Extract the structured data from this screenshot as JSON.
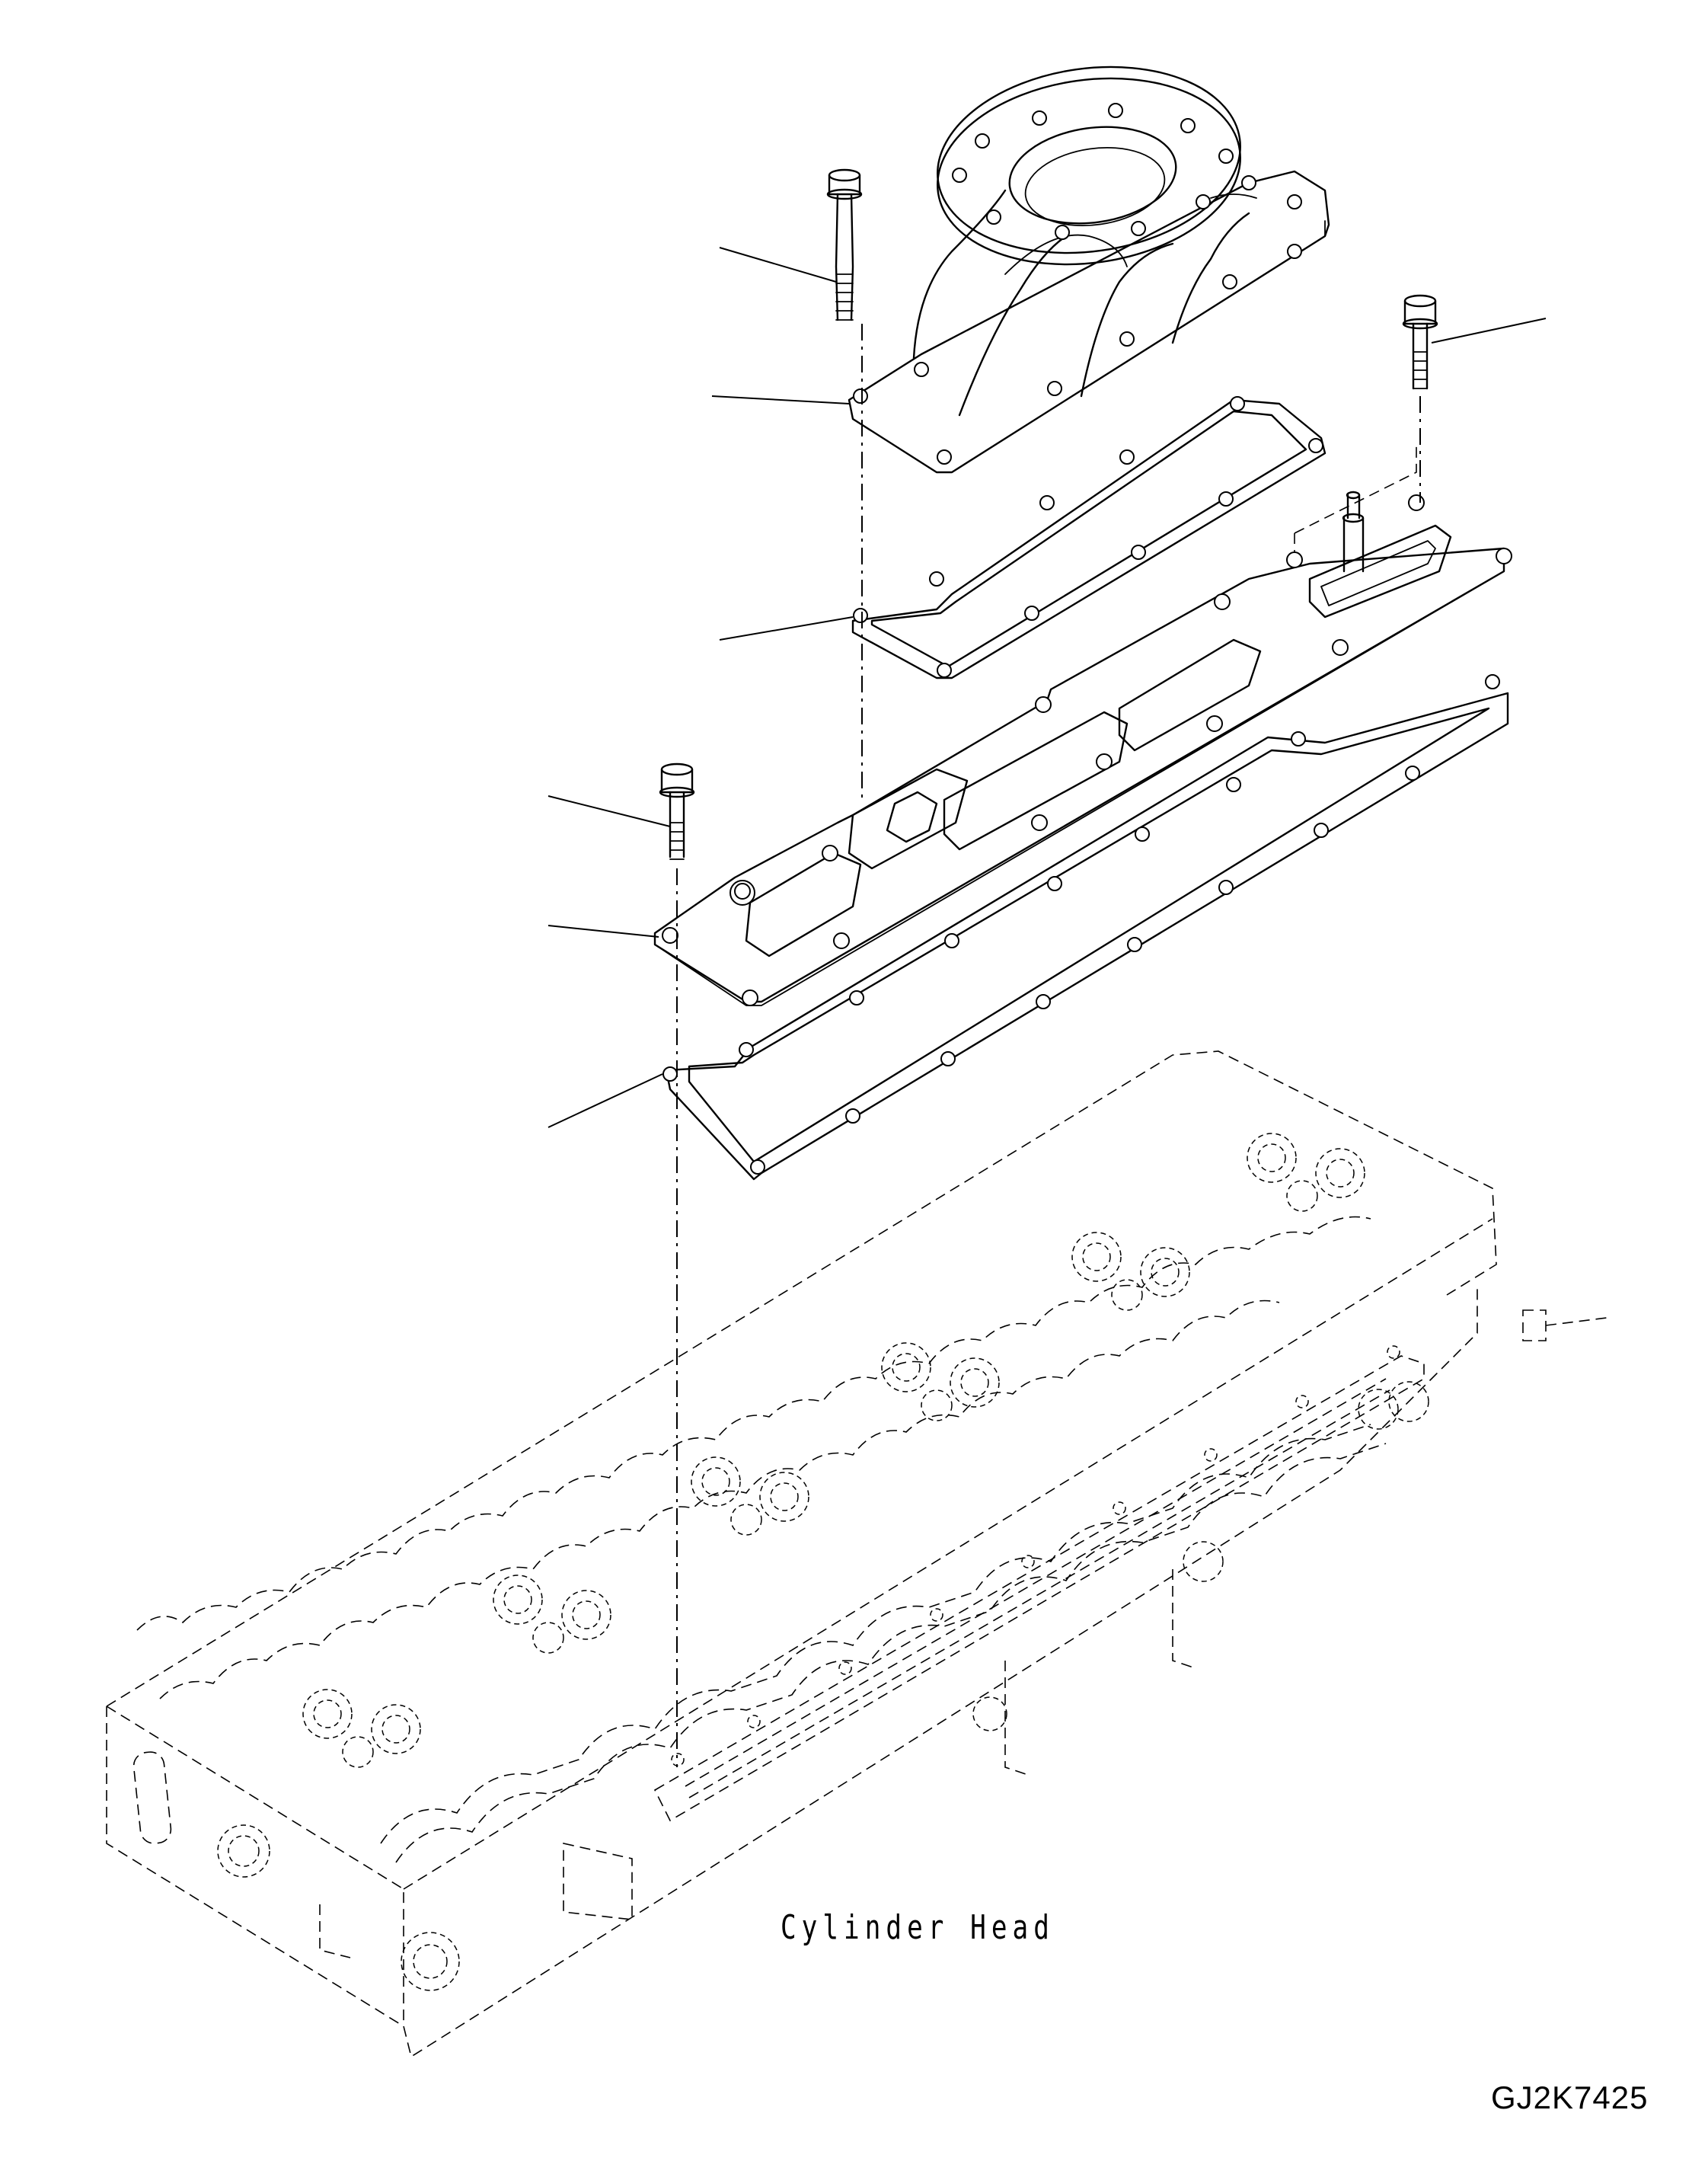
{
  "diagram": {
    "caption": "Cylinder Head",
    "drawing_number": "GJ2K7425"
  },
  "parts": [
    {
      "name": "bolt-upper-left"
    },
    {
      "name": "exhaust-outlet-connector"
    },
    {
      "name": "connector-gasket"
    },
    {
      "name": "bolt-upper-right"
    },
    {
      "name": "bolt-lower-left"
    },
    {
      "name": "exhaust-manifold"
    },
    {
      "name": "manifold-gasket"
    },
    {
      "name": "cylinder-head"
    }
  ]
}
